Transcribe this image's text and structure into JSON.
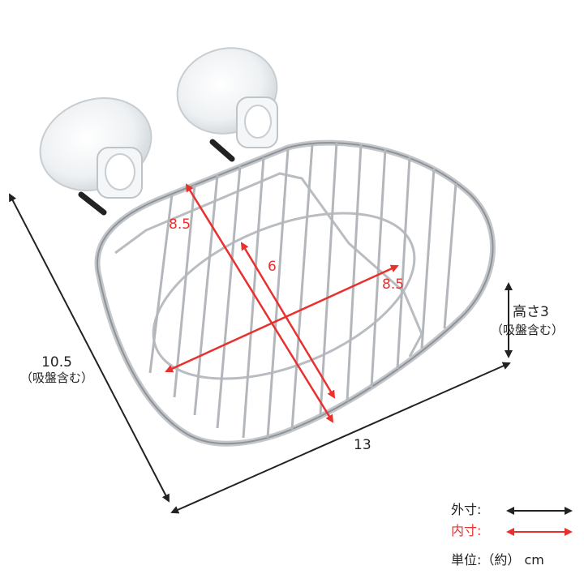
{
  "dimensions": {
    "outer_depth": "10.5",
    "outer_depth_note": "（吸盤含む）",
    "outer_width": "13",
    "height_label": "高さ3",
    "height_note": "（吸盤含む）",
    "inner_diag_1": "8.5",
    "inner_diag_2": "8.5",
    "inner_depth": "6"
  },
  "legend": {
    "outer_label": "外寸:",
    "inner_label": "内寸:",
    "unit_label": "単位:（約） cm"
  },
  "colors": {
    "outer_arrow": "#222222",
    "inner_arrow": "#e8312f",
    "wire": "#b9bcc0",
    "suction_cup": "#e7ebee"
  }
}
